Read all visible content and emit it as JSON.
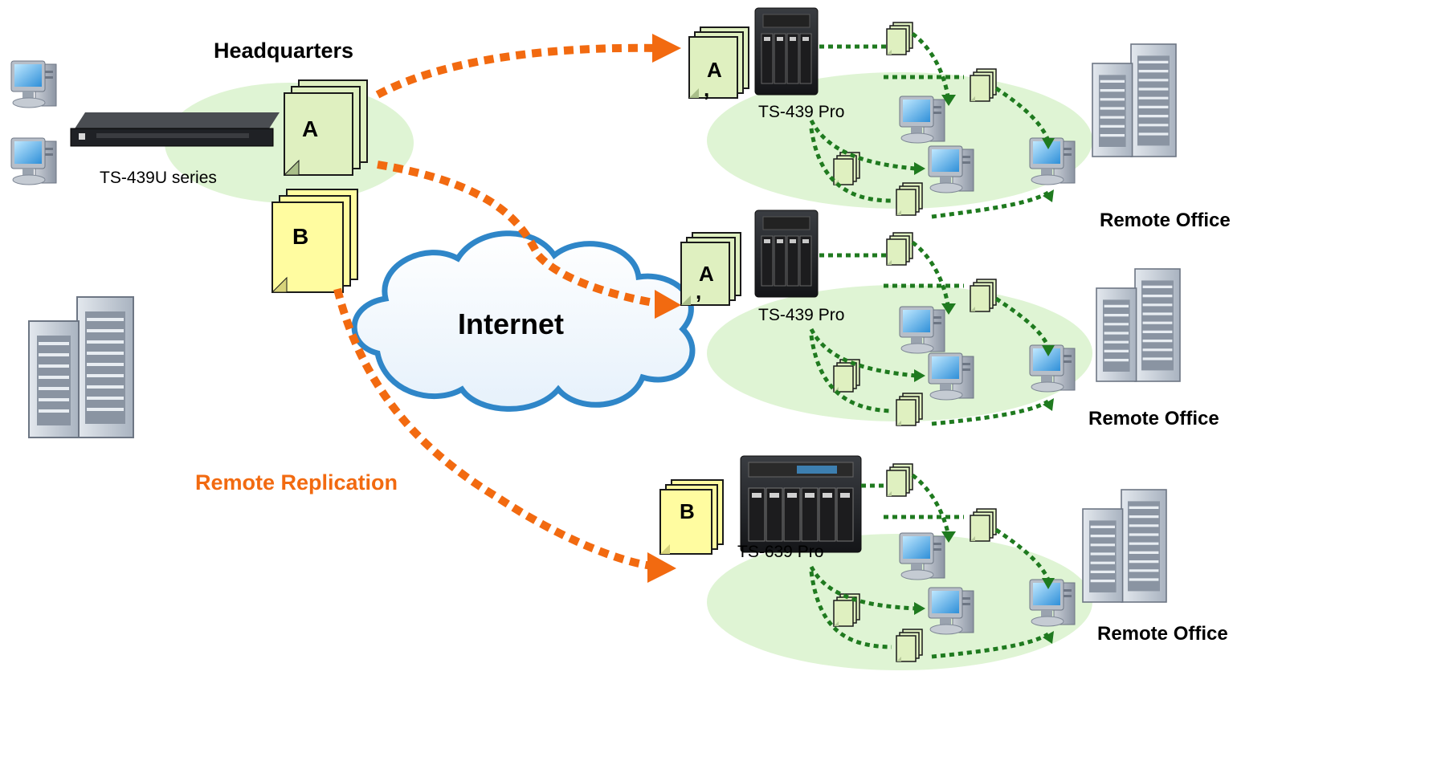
{
  "headquarters": {
    "title": "Headquarters",
    "device_label": "TS-439U series",
    "share_a_letter": "A",
    "share_b_letter": "B"
  },
  "cloud": {
    "label": "Internet"
  },
  "replication": {
    "label": "Remote Replication"
  },
  "remote_sites": [
    {
      "device_label": "TS-439 Pro",
      "share_letter": "A",
      "share_suffix": ",",
      "office_label": "Remote Office"
    },
    {
      "device_label": "TS-439 Pro",
      "share_letter": "A",
      "share_suffix": ",",
      "office_label": "Remote Office"
    },
    {
      "device_label": "TS-639 Pro",
      "share_letter": "B",
      "share_suffix": "",
      "office_label": "Remote Office"
    }
  ],
  "colors": {
    "replication_arrow": "#f26a10",
    "local_arrow": "#1f7a1f",
    "share_a_fill": "#dff0c0",
    "share_b_fill": "#fffca0",
    "zone_fill": "#dff4d4",
    "cloud_stroke": "#2f86c8",
    "replication_text": "#f26a10"
  }
}
